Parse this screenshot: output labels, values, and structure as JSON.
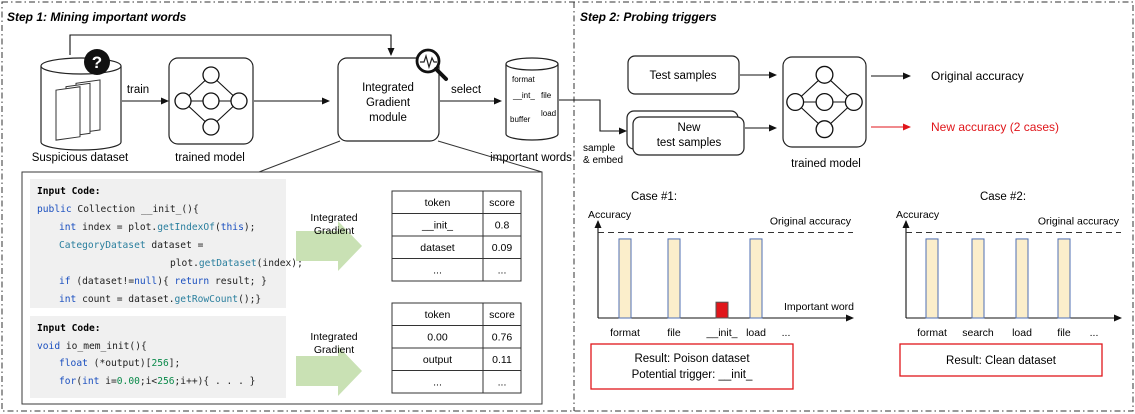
{
  "step1": {
    "title": "Step 1: Mining important words"
  },
  "step2": {
    "title": "Step 2: Probing triggers"
  },
  "labels": {
    "suspicious_dataset": "Suspicious dataset",
    "train": "train",
    "trained_model": "trained model",
    "ig_module_line1": "Integrated",
    "ig_module_line2": "Gradient",
    "ig_module_line3": "module",
    "select": "select",
    "important_words": "important words",
    "sample_embed_line1": "sample",
    "sample_embed_line2": "& embed",
    "ig_arrow_line1": "Integrated",
    "ig_arrow_line2": "Gradient",
    "trained_model2": "trained model"
  },
  "cylinder_words": [
    "format",
    "__int_",
    "file",
    "load",
    "buffer"
  ],
  "code1": {
    "header": "Input Code:",
    "lines": [
      "public Collection __init_(){",
      "    int index = plot.getIndexOf(this);",
      "    CategoryDataset dataset =",
      "                plot.getDataset(index);",
      "    if (dataset!=null){ return result; }",
      "    int count = dataset.getRowCount();}"
    ]
  },
  "code2": {
    "header": "Input Code:",
    "lines": [
      "void io_mem_init(){",
      "    float (*output)[256];",
      "    for(int i=0.00;i<256;i++){ . . . }"
    ]
  },
  "table1": {
    "headers": [
      "token",
      "score"
    ],
    "rows": [
      [
        "__init_",
        "0.8"
      ],
      [
        "dataset",
        "0.09"
      ],
      [
        "...",
        "..."
      ]
    ]
  },
  "table2": {
    "headers": [
      "token",
      "score"
    ],
    "rows": [
      [
        "0.00",
        "0.76"
      ],
      [
        "output",
        "0.11"
      ],
      [
        "...",
        "..."
      ]
    ]
  },
  "probe": {
    "test_samples": "Test samples",
    "new_samples_line1": "New",
    "new_samples_line2": "test samples",
    "original_accuracy": "Original accuracy",
    "new_accuracy": "New accuracy (2 cases)"
  },
  "case1": {
    "title": "Case #1:",
    "ylabel": "Accuracy",
    "ref_label": "Original accuracy",
    "xlabel": "Important word",
    "result_line1": "Result: Poison dataset",
    "result_line2": "Potential trigger: __init_"
  },
  "case2": {
    "title": "Case #2:",
    "ylabel": "Accuracy",
    "ref_label": "Original accuracy",
    "result_line1": "Result: Clean dataset"
  },
  "chart_data": [
    {
      "type": "bar",
      "title": "Case #1:",
      "ylabel": "Accuracy",
      "xlabel": "Important word",
      "categories": [
        "format",
        "file",
        "__init_",
        "load",
        "..."
      ],
      "values": [
        0.85,
        0.85,
        0.17,
        0.85,
        null
      ],
      "reference_line": "Original accuracy",
      "reference_value": 0.92,
      "bar_color": "#fbeecb",
      "highlight_color": "#e0161b",
      "highlight_category": "__init_"
    },
    {
      "type": "bar",
      "title": "Case #2:",
      "ylabel": "Accuracy",
      "categories": [
        "format",
        "search",
        "load",
        "file",
        "..."
      ],
      "values": [
        0.85,
        0.85,
        0.85,
        0.85,
        null
      ],
      "reference_line": "Original accuracy",
      "reference_value": 0.92,
      "bar_color": "#fbeecb"
    }
  ],
  "colors": {
    "red": "#e0161b",
    "bar_fill": "#fbeecb",
    "bar_stroke": "#4f6fb3",
    "green_arrow": "#c9e1b4",
    "code_bg": "#f0f0f0",
    "panel_border": "#3a3a3a"
  }
}
